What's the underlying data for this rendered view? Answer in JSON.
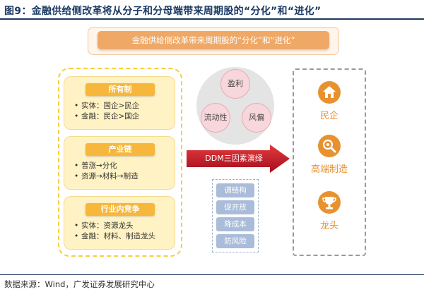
{
  "figure": {
    "title": "图9：金融供给侧改革将从分子和分母端带来周期股的“分化”和“进化”",
    "banner": "金融供给侧改革带来周期股的“分化”和“进化”",
    "source": "数据来源：Wind，广发证券发展研究中心"
  },
  "left_cards": [
    {
      "tag": "所有制",
      "items": [
        "实体：国企>民企",
        "金融：民企>国企"
      ]
    },
    {
      "tag": "产业链",
      "items": [
        "普涨→分化",
        "资源→材料→制造"
      ]
    },
    {
      "tag": "行业内竞争",
      "items": [
        "实体：资源龙头",
        "金融：材料、制造龙头"
      ]
    }
  ],
  "bullet": "•",
  "triangle": {
    "top": "盈利",
    "left": "流动性",
    "right": "风偏"
  },
  "arrow_label": "DDM三因素演绎",
  "policy_pills": [
    "调结构",
    "促开放",
    "降成本",
    "防风险"
  ],
  "outcomes": [
    {
      "label": "民企",
      "icon": "house-icon"
    },
    {
      "label": "高端制造",
      "icon": "gear-magnifier-icon"
    },
    {
      "label": "龙头",
      "icon": "trophy-icon"
    }
  ],
  "colors": {
    "navy": "#1b3a63",
    "orange": "#e8922f",
    "card_bg": "#fff2c4",
    "tag": "#f6b73c",
    "arrow": "#c8102e",
    "pill": "#a9bcd9",
    "bubble": "#f8d7dc"
  }
}
